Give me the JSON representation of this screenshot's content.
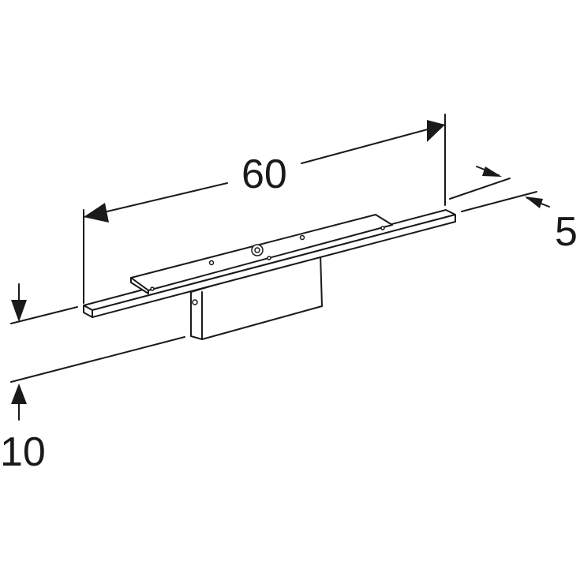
{
  "diagram": {
    "dimensions": {
      "width_label": "60",
      "depth_label": "5",
      "height_label": "10"
    },
    "colors": {
      "line": "#1a1a1a",
      "background": "#ffffff"
    }
  }
}
